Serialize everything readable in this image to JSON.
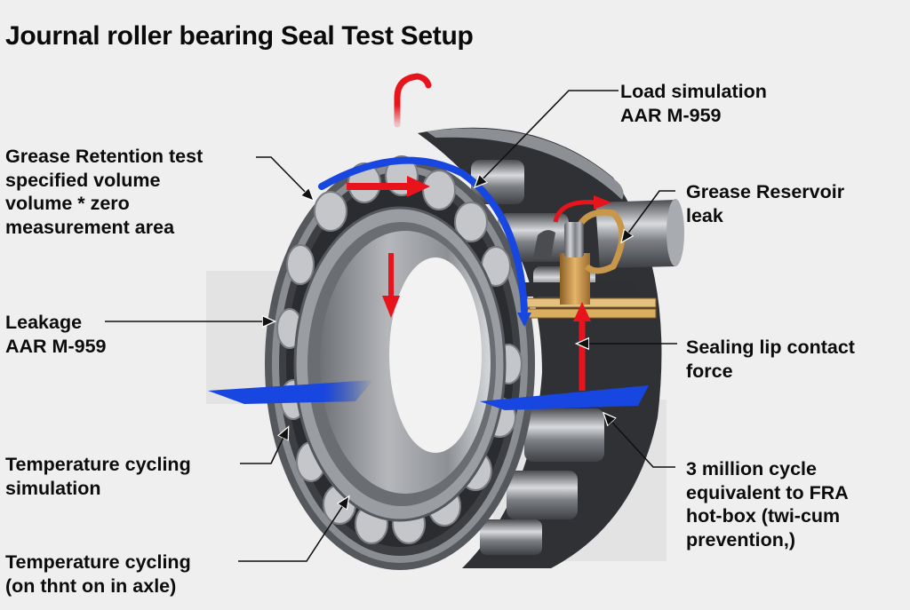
{
  "title": "Journal roller bearing Seal Test Setup",
  "labels": {
    "grease_retention": "Grease Retention test\nspecified volume\nvolume * zero\nmeasurement area",
    "load_simulation": "Load simulation\nAAR M-959",
    "grease_reservoir": "Grease Reservoir\nleak",
    "leakage": "Leakage\nAAR M-959",
    "sealing_lip": "Sealing lip contact\nforce",
    "temp_cycling_sim": "Temperature cycling\nsimulation",
    "million_cycle": "3 million cycle\nequivalent to FRA\nhot-box  (twi-cum\nprevention,)",
    "temp_cycling_axle": "Temperature cycling\n(on thnt on in axle)"
  },
  "colors": {
    "background": "#efefef",
    "flow_red": "#e8141c",
    "flow_blue": "#1846e0",
    "steel_dark": "#3c3e42",
    "steel_light": "#c9cbcf",
    "brass": "#c9974a"
  }
}
